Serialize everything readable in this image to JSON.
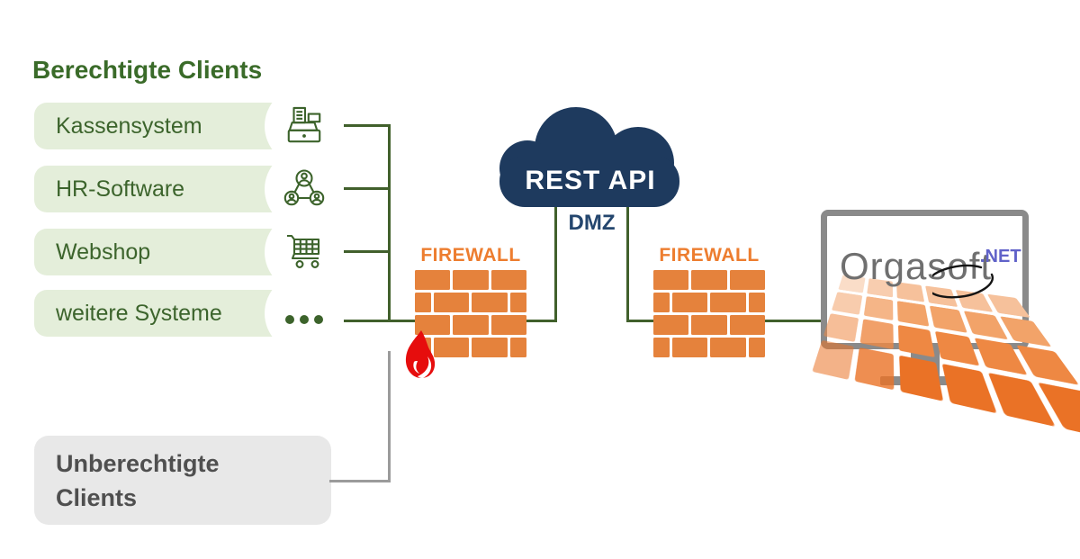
{
  "authorized_clients": {
    "heading": "Berechtigte Clients",
    "items": [
      {
        "label": "Kassensystem",
        "icon": "cash-register-icon"
      },
      {
        "label": "HR-Software",
        "icon": "people-network-icon"
      },
      {
        "label": "Webshop",
        "icon": "shopping-cart-icon"
      },
      {
        "label": "weitere Systeme",
        "icon": "ellipsis-icon"
      }
    ]
  },
  "firewalls": {
    "left": {
      "label": "FIREWALL"
    },
    "right": {
      "label": "FIREWALL"
    }
  },
  "cloud": {
    "label": "REST API",
    "zone_label": "DMZ"
  },
  "unauthorized_clients": {
    "line1": "Unberechtigte",
    "line2": "Clients"
  },
  "server": {
    "logo_text": "Orgasoft",
    "logo_suffix": ".NET"
  },
  "colors": {
    "accent_green_dark": "#3c642c",
    "pill_green_bg": "#e4eeda",
    "line_green": "#41602c",
    "brick_orange": "#e5823c",
    "firewall_text_orange": "#ed7d2f",
    "cloud_navy": "#1e3a5e",
    "dmz_navy": "#24466e",
    "flame_red": "#e60d0d",
    "gray_line": "#9b9b9b",
    "unauthorized_bg": "#e8e8e8",
    "monitor_gray": "#8a8a8a",
    "logo_gray": "#6f6f6f",
    "logo_net_blue": "#6062c9"
  }
}
